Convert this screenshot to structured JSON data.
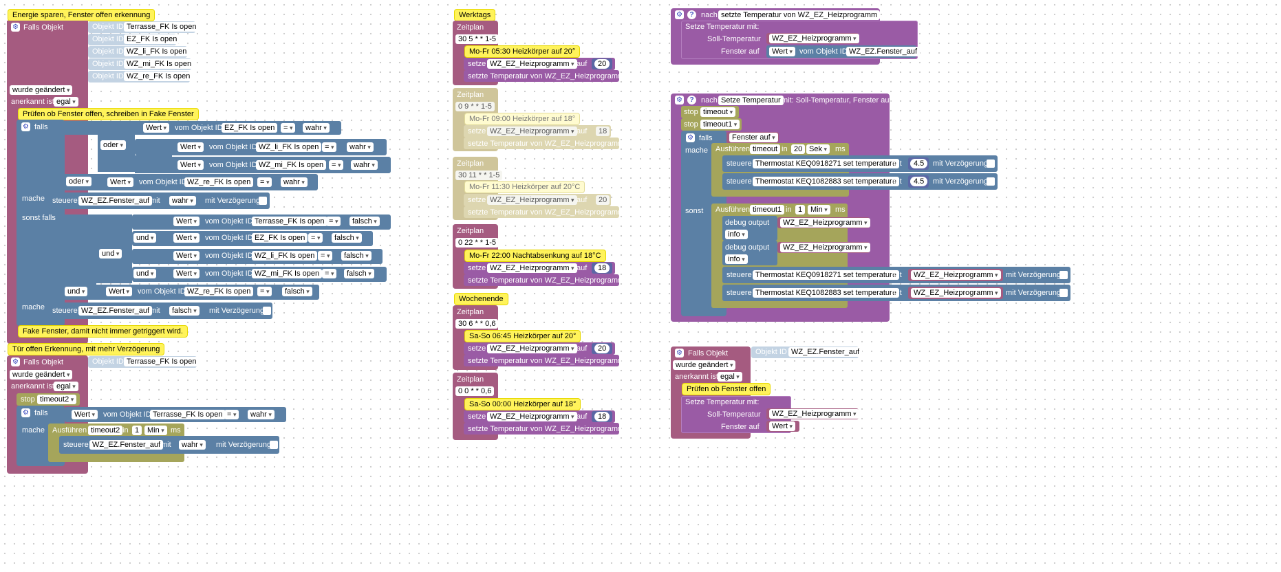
{
  "colors": {
    "event": "#a55b80",
    "logic": "#5b80a5",
    "timeout": "#a5a55b",
    "objectid": "#c3d3e3",
    "function": "#9a5ba5",
    "number": "#5b67a5",
    "comment": "#fff35a"
  },
  "common": {
    "falls_objekt": "Falls Objekt",
    "objekt_id": "Objekt ID",
    "wurde_geaendert": "wurde geändert",
    "anerkannt_ist": "anerkannt ist",
    "egal": "egal",
    "falls": "falls",
    "mache": "mache",
    "sonst_falls": "sonst falls",
    "sonst": "sonst",
    "oder": "oder",
    "und": "und",
    "wert": "Wert",
    "vom_objekt_id": "vom Objekt ID",
    "eq": "=",
    "wahr": "wahr",
    "falsch": "falsch",
    "steuere": "steuere",
    "mit": "mit",
    "mit_verzoegerung": "mit Verzögerung",
    "stop": "stop",
    "ausfuehren": "Ausführen",
    "in": "in",
    "ms": "ms",
    "min": "Min",
    "sek": "Sek",
    "zeitplan": "Zeitplan",
    "setze": "setze",
    "auf": "auf",
    "setzte_temp": "setzte Temperatur von WZ_EZ_Heizprogramm",
    "nach": "nach",
    "setze_temperatur_mit": "Setze Temperatur  mit:",
    "soll_temperatur": "Soll-Temperatur",
    "fenster_auf": "Fenster auf",
    "debug_output": "debug output",
    "info": "info"
  },
  "col1": {
    "comment_main": "Energie sparen, Fenster offen erkennung",
    "ids": [
      "Terrasse_FK Is open",
      "EZ_FK Is open",
      "WZ_li_FK Is open",
      "WZ_mi_FK Is open",
      "WZ_re_FK Is open"
    ],
    "comment_check": "Prüfen ob Fenster offen, schreiben in Fake Fenster",
    "fake_var": "WZ_EZ.Fenster_auf",
    "comment_fake": "Fake Fenster, damit nicht immer getriggert wird.",
    "comment_door": "Tür offen Erkennung, mit mehr Verzögerung",
    "door_id": "Terrasse_FK Is open",
    "timeout2": "timeout2",
    "one": "1"
  },
  "col2": {
    "comment_werktags": "Werktags",
    "comment_wochenende": "Wochenende",
    "var": "WZ_EZ_Heizprogramm",
    "schedules": [
      {
        "cron": "30 5 * * 1-5",
        "comment": "Mo-Fr 05:30 Heizkörper auf 20°",
        "value": "20"
      },
      {
        "cron": "0 9 * * 1-5",
        "comment": "Mo-Fr 09:00 Heizkörper auf 18°",
        "value": "18"
      },
      {
        "cron": "30 11 * * 1-5",
        "comment": "Mo-Fr 11:30 Heizkörper auf 20°C",
        "value": "20"
      },
      {
        "cron": "0 22 * * 1-5",
        "comment": "Mo-Fr 22:00 Nachtabsenkung auf 18°C",
        "value": "18"
      },
      {
        "cron": "30 6 * * 0,6",
        "comment": "Sa-So 06:45 Heizkörper auf 20°",
        "value": "20"
      },
      {
        "cron": "0 0 * * 0,6",
        "comment": "Sa-So 00:00 Heizkörper auf 18°",
        "value": "18"
      }
    ]
  },
  "col3": {
    "fn1_name": "setzte Temperatur von WZ_EZ_Heizprogramm",
    "var": "WZ_EZ_Heizprogramm",
    "fenster_id": "WZ_EZ.Fenster_auf",
    "fn2_name": "Setze Temperatur",
    "fn2_params": "mit: Soll-Temperatur, Fenster auf",
    "timeout": "timeout",
    "timeout1": "timeout1",
    "twenty": "20",
    "one": "1",
    "thermo1": "Thermostat KEQ0918271 set temperature",
    "thermo2": "Thermostat KEQ1082883 set temperature",
    "temp": "4.5",
    "comment_check": "Prüfen ob Fenster offen"
  }
}
